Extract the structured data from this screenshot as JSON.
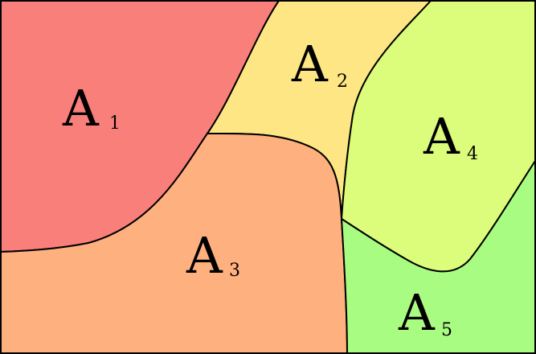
{
  "regions": [
    {
      "id": "a1",
      "letter": "A",
      "subscript": "1",
      "color": "#f97f7a"
    },
    {
      "id": "a2",
      "letter": "A",
      "subscript": "2",
      "color": "#fde683"
    },
    {
      "id": "a3",
      "letter": "A",
      "subscript": "3",
      "color": "#feb07f"
    },
    {
      "id": "a4",
      "letter": "A",
      "subscript": "4",
      "color": "#dcfc7b"
    },
    {
      "id": "a5",
      "letter": "A",
      "subscript": "5",
      "color": "#a9fc82"
    }
  ]
}
